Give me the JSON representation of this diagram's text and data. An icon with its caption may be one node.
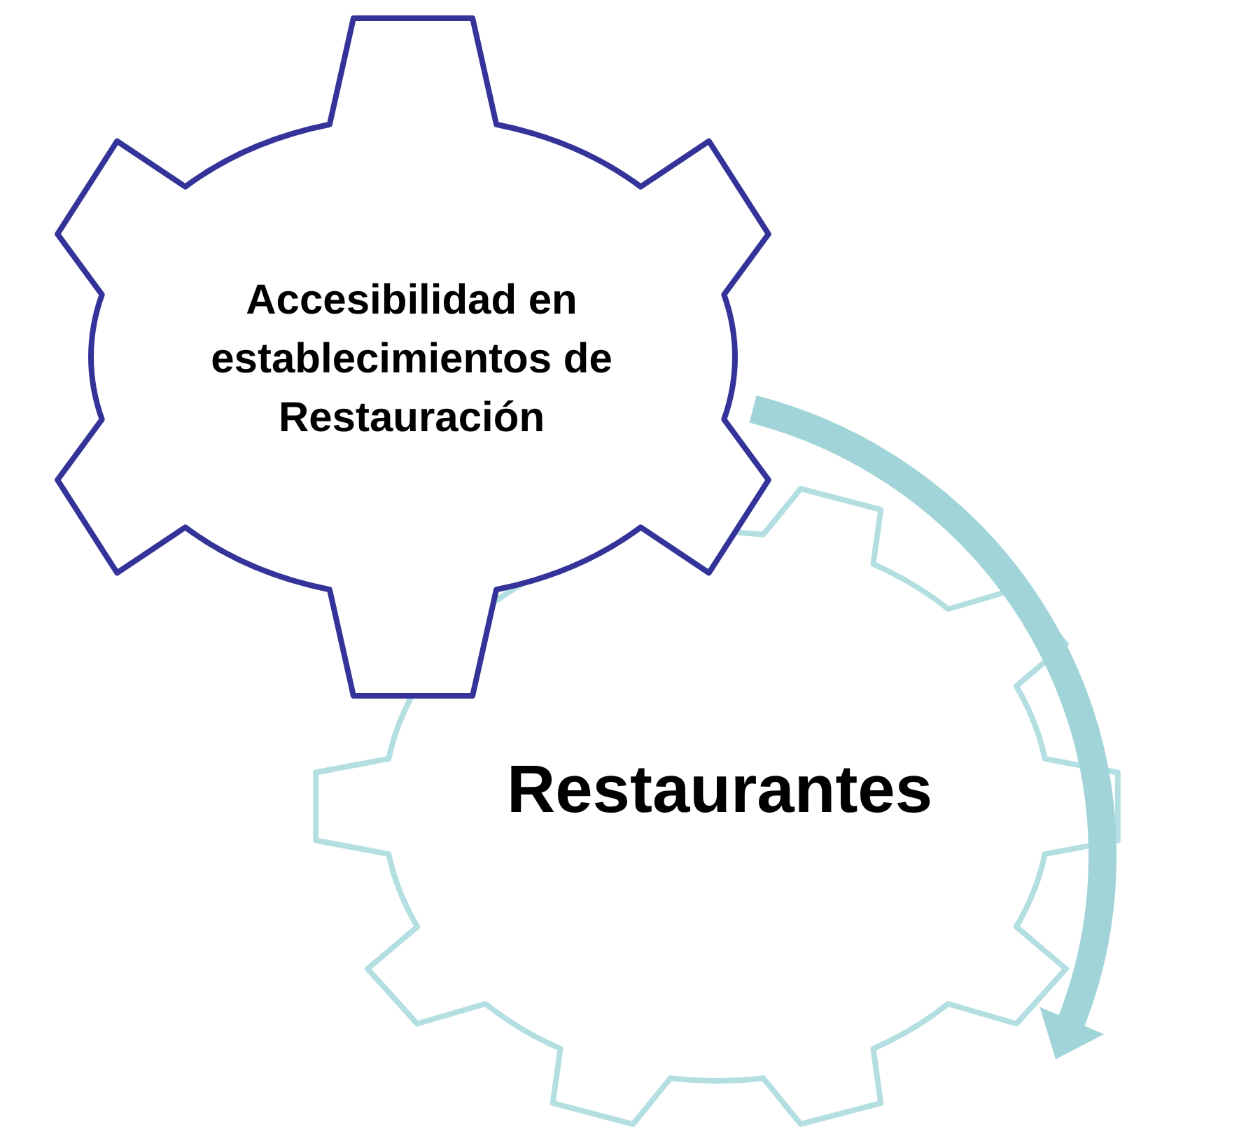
{
  "diagram": {
    "nodes": [
      {
        "text": [
          "Accesibilidad en establecimientos de Restauración"
        ]
      },
      {
        "text": [
          "Restaurantes"
        ]
      }
    ],
    "edges": [
      {
        "from": 0,
        "to": 1,
        "arrow": "to",
        "color": "#a0d4d8"
      }
    ]
  }
}
